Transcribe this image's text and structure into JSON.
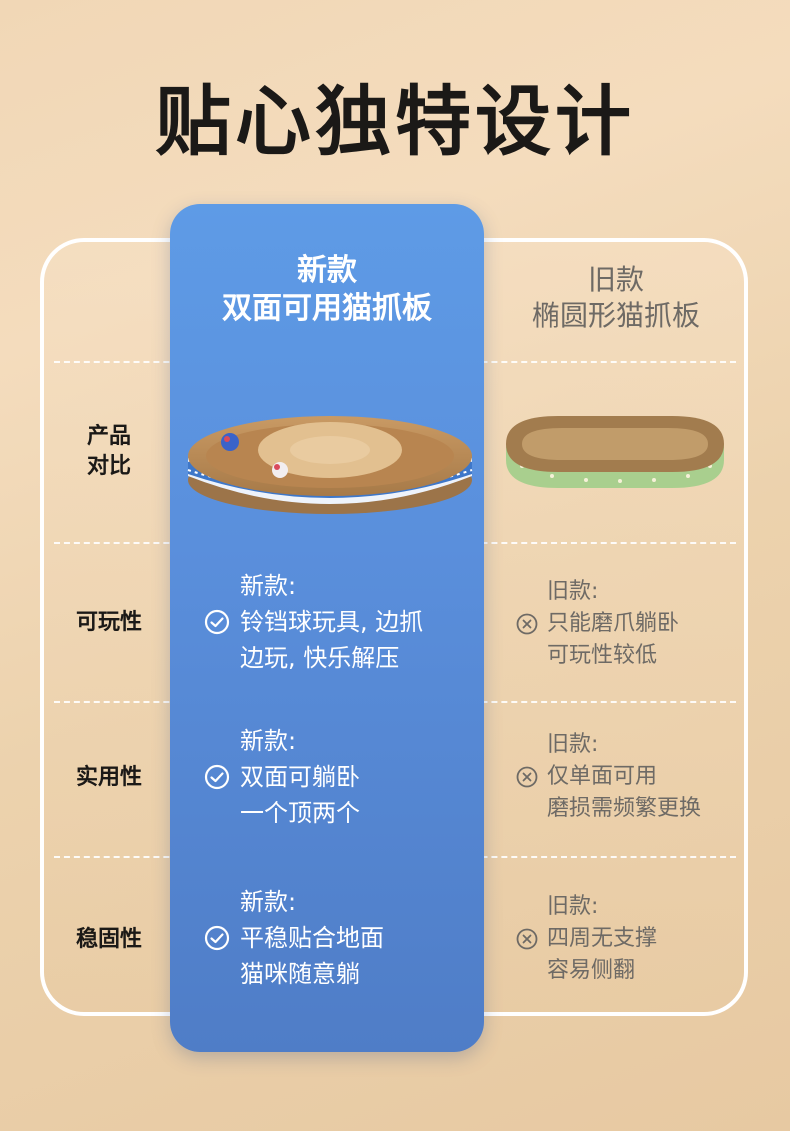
{
  "page_title": "贴心独特设计",
  "columns": {
    "new": {
      "line1": "新款",
      "line2": "双面可用猫抓板"
    },
    "old": {
      "line1": "旧款",
      "line2": "椭圆形猫抓板"
    }
  },
  "rows": [
    {
      "label": [
        "产品",
        "对比"
      ],
      "new_image": "round-double-sided-cat-scratcher-with-bell-balls",
      "old_image": "oval-cat-scratcher-green-rim"
    },
    {
      "label": [
        "可玩性"
      ],
      "new": {
        "heading": "新款:",
        "lines": [
          "铃铛球玩具, 边抓",
          "边玩, 快乐解压"
        ]
      },
      "old": {
        "heading": "旧款:",
        "lines": [
          "只能磨爪躺卧",
          "可玩性较低"
        ]
      }
    },
    {
      "label": [
        "实用性"
      ],
      "new": {
        "heading": "新款:",
        "lines": [
          "双面可躺卧",
          "一个顶两个"
        ]
      },
      "old": {
        "heading": "旧款:",
        "lines": [
          "仅单面可用",
          "磨损需频繁更换"
        ]
      }
    },
    {
      "label": [
        "稳固性"
      ],
      "new": {
        "heading": "新款:",
        "lines": [
          "平稳贴合地面",
          "猫咪随意躺"
        ]
      },
      "old": {
        "heading": "旧款:",
        "lines": [
          "四周无支撑",
          "容易侧翻"
        ]
      }
    }
  ],
  "icons": {
    "new_mark": "check-circle-icon",
    "old_mark": "x-circle-icon"
  },
  "colors": {
    "accent_blue": "#5a8fdc",
    "title_dark": "#1b1917",
    "old_text": "#6e6a65"
  }
}
